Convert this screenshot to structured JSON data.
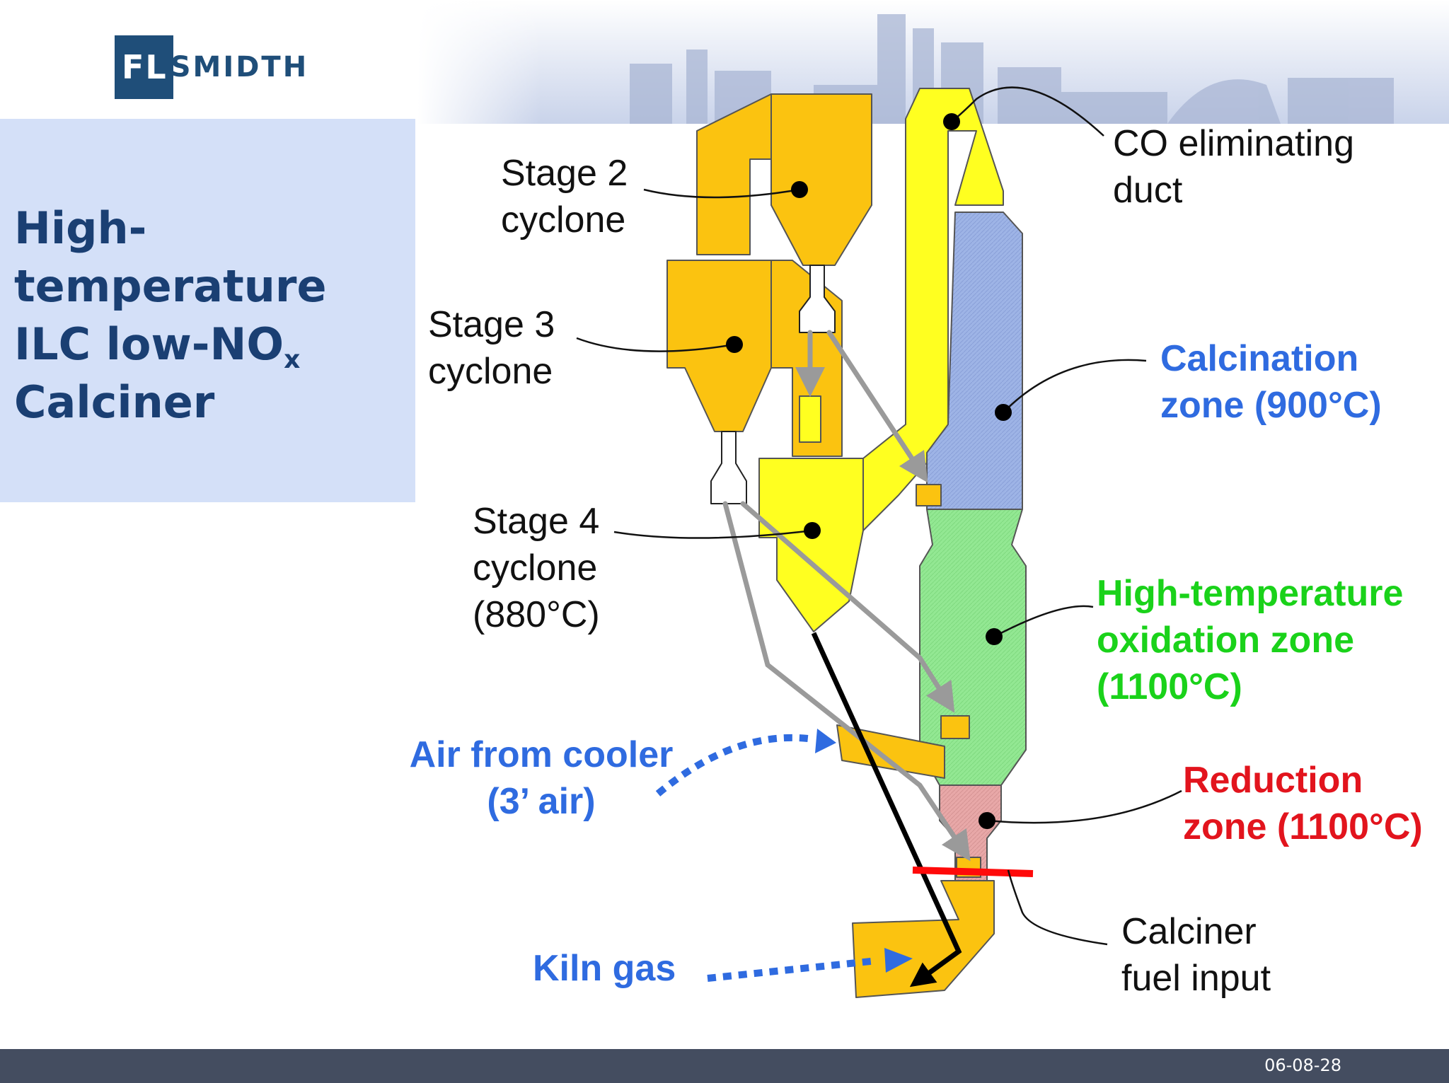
{
  "logo": {
    "left_text": "FL",
    "right_text": "SMIDTH"
  },
  "title": {
    "line1": "High-",
    "line2": "temperature",
    "line3_main": "ILC low-NO",
    "line3_sub": "x",
    "line4": "Calciner"
  },
  "labels": {
    "stage2": {
      "line1": "Stage 2",
      "line2": "cyclone"
    },
    "stage3": {
      "line1": "Stage 3",
      "line2": "cyclone"
    },
    "stage4": {
      "line1": "Stage 4",
      "line2": "cyclone",
      "line3": "(880°C)"
    },
    "co_duct": {
      "line1": "CO eliminating",
      "line2": "duct"
    },
    "calcination": {
      "line1": "Calcination",
      "line2": "zone (900°C)"
    },
    "oxidation": {
      "line1": "High-temperature",
      "line2": "oxidation  zone",
      "line3": "(1100°C)"
    },
    "reduction": {
      "line1": "Reduction",
      "line2": "zone (1100°C)"
    },
    "fuel": {
      "line1": "Calciner",
      "line2": "fuel input"
    },
    "air": {
      "line1": "Air from cooler",
      "line2": "(3’ air)"
    },
    "kiln": {
      "line1": "Kiln gas"
    }
  },
  "colors": {
    "cyclone_orange": "#fbc310",
    "duct_yellow": "#ffff20",
    "calcination_blue": "#9eb4e6",
    "oxidation_green": "#93e893",
    "reduction_pink": "#e8a8a8",
    "label_blue": "#2f6be0",
    "label_green": "#1ad21a",
    "label_red": "#e2141d",
    "title_navy": "#1a3f73"
  },
  "footer": {
    "date": "06-08-28"
  }
}
